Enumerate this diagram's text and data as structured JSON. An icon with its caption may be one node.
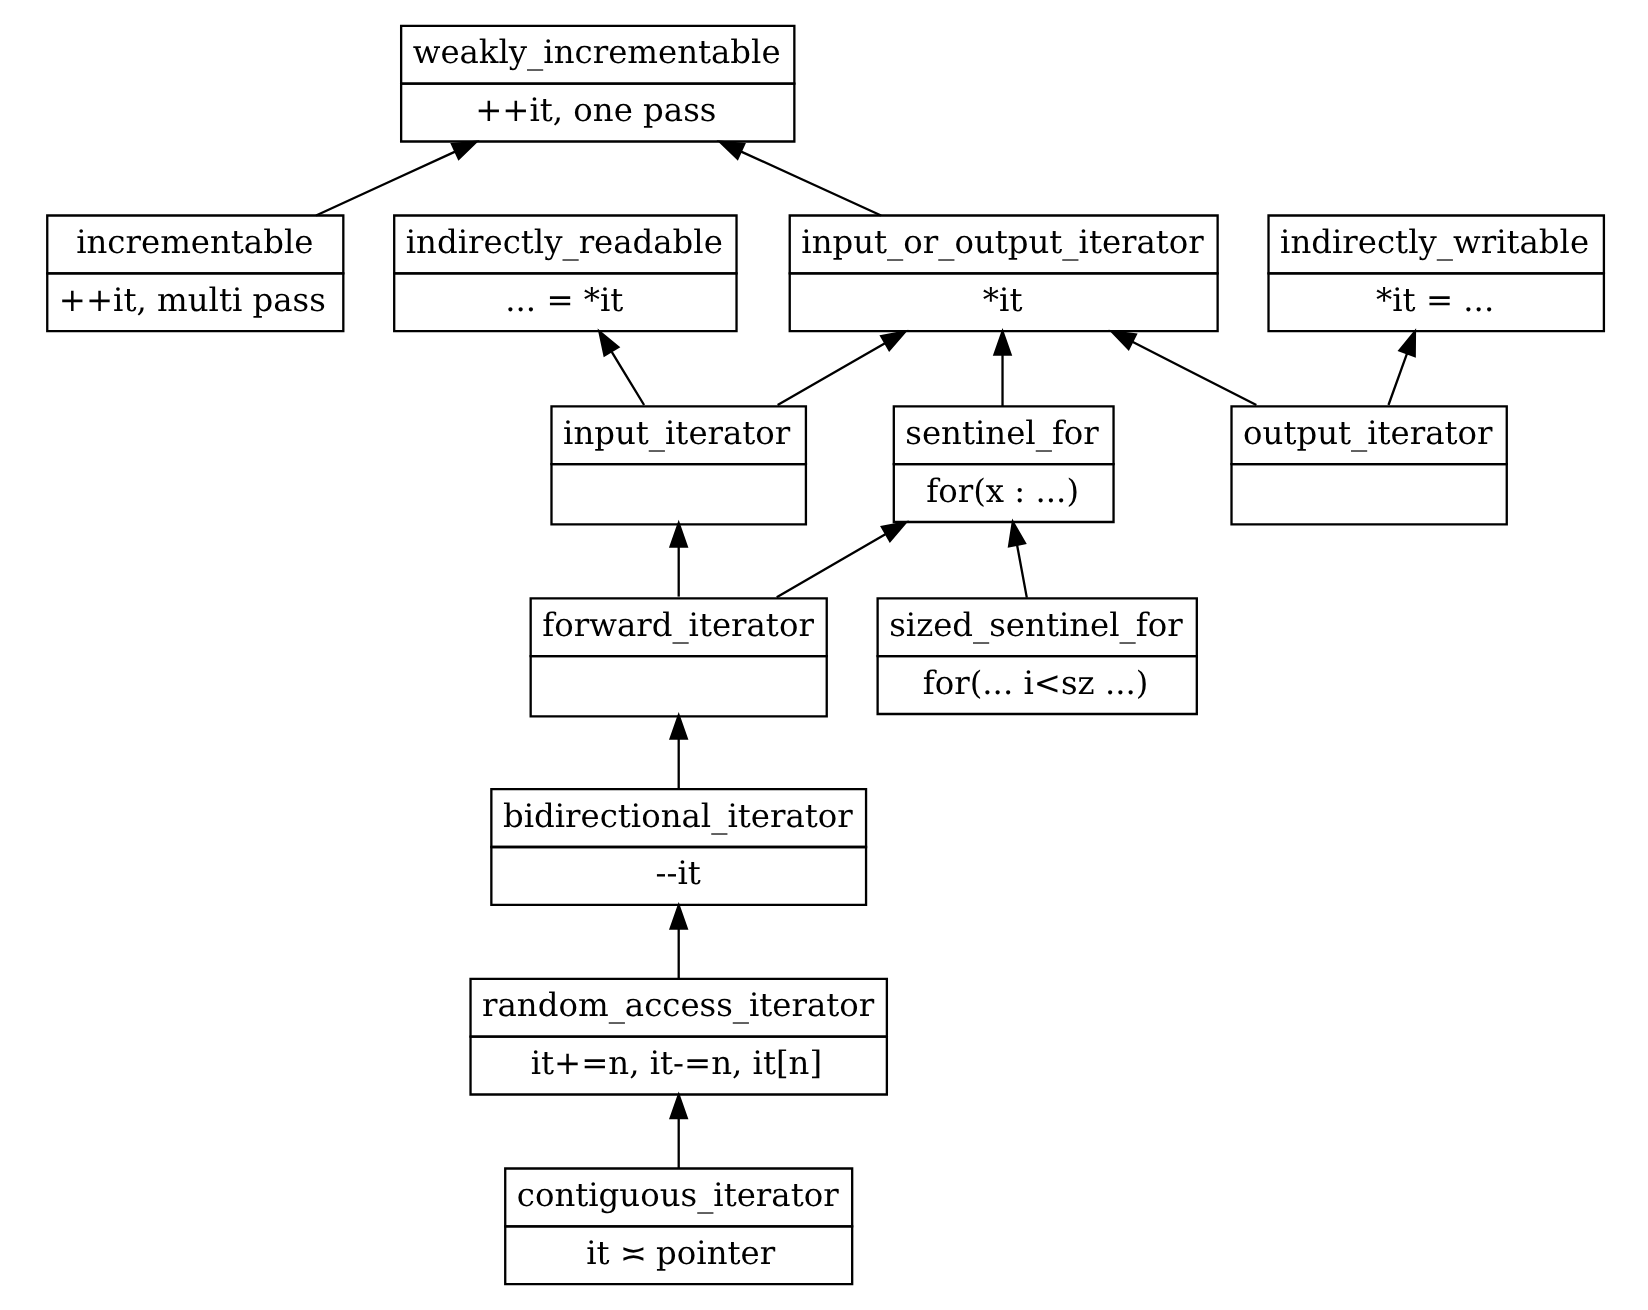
{
  "diagram": {
    "nodes": [
      {
        "text": [
          "weakly_incrementable",
          "++it, one pass"
        ]
      },
      {
        "text": [
          "incrementable",
          "++it, multi pass"
        ]
      },
      {
        "text": [
          "indirectly_readable",
          "... = *it"
        ]
      },
      {
        "text": [
          "input_or_output_iterator",
          "*it"
        ]
      },
      {
        "text": [
          "indirectly_writable",
          "*it = ..."
        ]
      },
      {
        "text": [
          "input_iterator"
        ]
      },
      {
        "text": [
          "sentinel_for",
          "for(x : ...)"
        ]
      },
      {
        "text": [
          "output_iterator"
        ]
      },
      {
        "text": [
          "forward_iterator"
        ]
      },
      {
        "text": [
          "sized_sentinel_for",
          "for(... i<sz ...)"
        ]
      },
      {
        "text": [
          "bidirectional_iterator",
          "--it"
        ]
      },
      {
        "text": [
          "random_access_iterator",
          "it+=n, it-=n, it[n]"
        ]
      },
      {
        "text": [
          "contiguous_iterator",
          "it ≍ pointer"
        ]
      }
    ],
    "edges": [
      {
        "from": 1,
        "to": 0,
        "arrow": "to"
      },
      {
        "from": 3,
        "to": 0,
        "arrow": "to"
      },
      {
        "from": 5,
        "to": 2,
        "arrow": "to"
      },
      {
        "from": 5,
        "to": 3,
        "arrow": "to"
      },
      {
        "from": 6,
        "to": 3,
        "arrow": "to"
      },
      {
        "from": 7,
        "to": 3,
        "arrow": "to"
      },
      {
        "from": 7,
        "to": 4,
        "arrow": "to"
      },
      {
        "from": 8,
        "to": 5,
        "arrow": "to"
      },
      {
        "from": 8,
        "to": 6,
        "arrow": "to"
      },
      {
        "from": 9,
        "to": 6,
        "arrow": "to"
      },
      {
        "from": 10,
        "to": 8,
        "arrow": "to"
      },
      {
        "from": 11,
        "to": 10,
        "arrow": "to"
      },
      {
        "from": 12,
        "to": 11,
        "arrow": "to"
      }
    ]
  }
}
